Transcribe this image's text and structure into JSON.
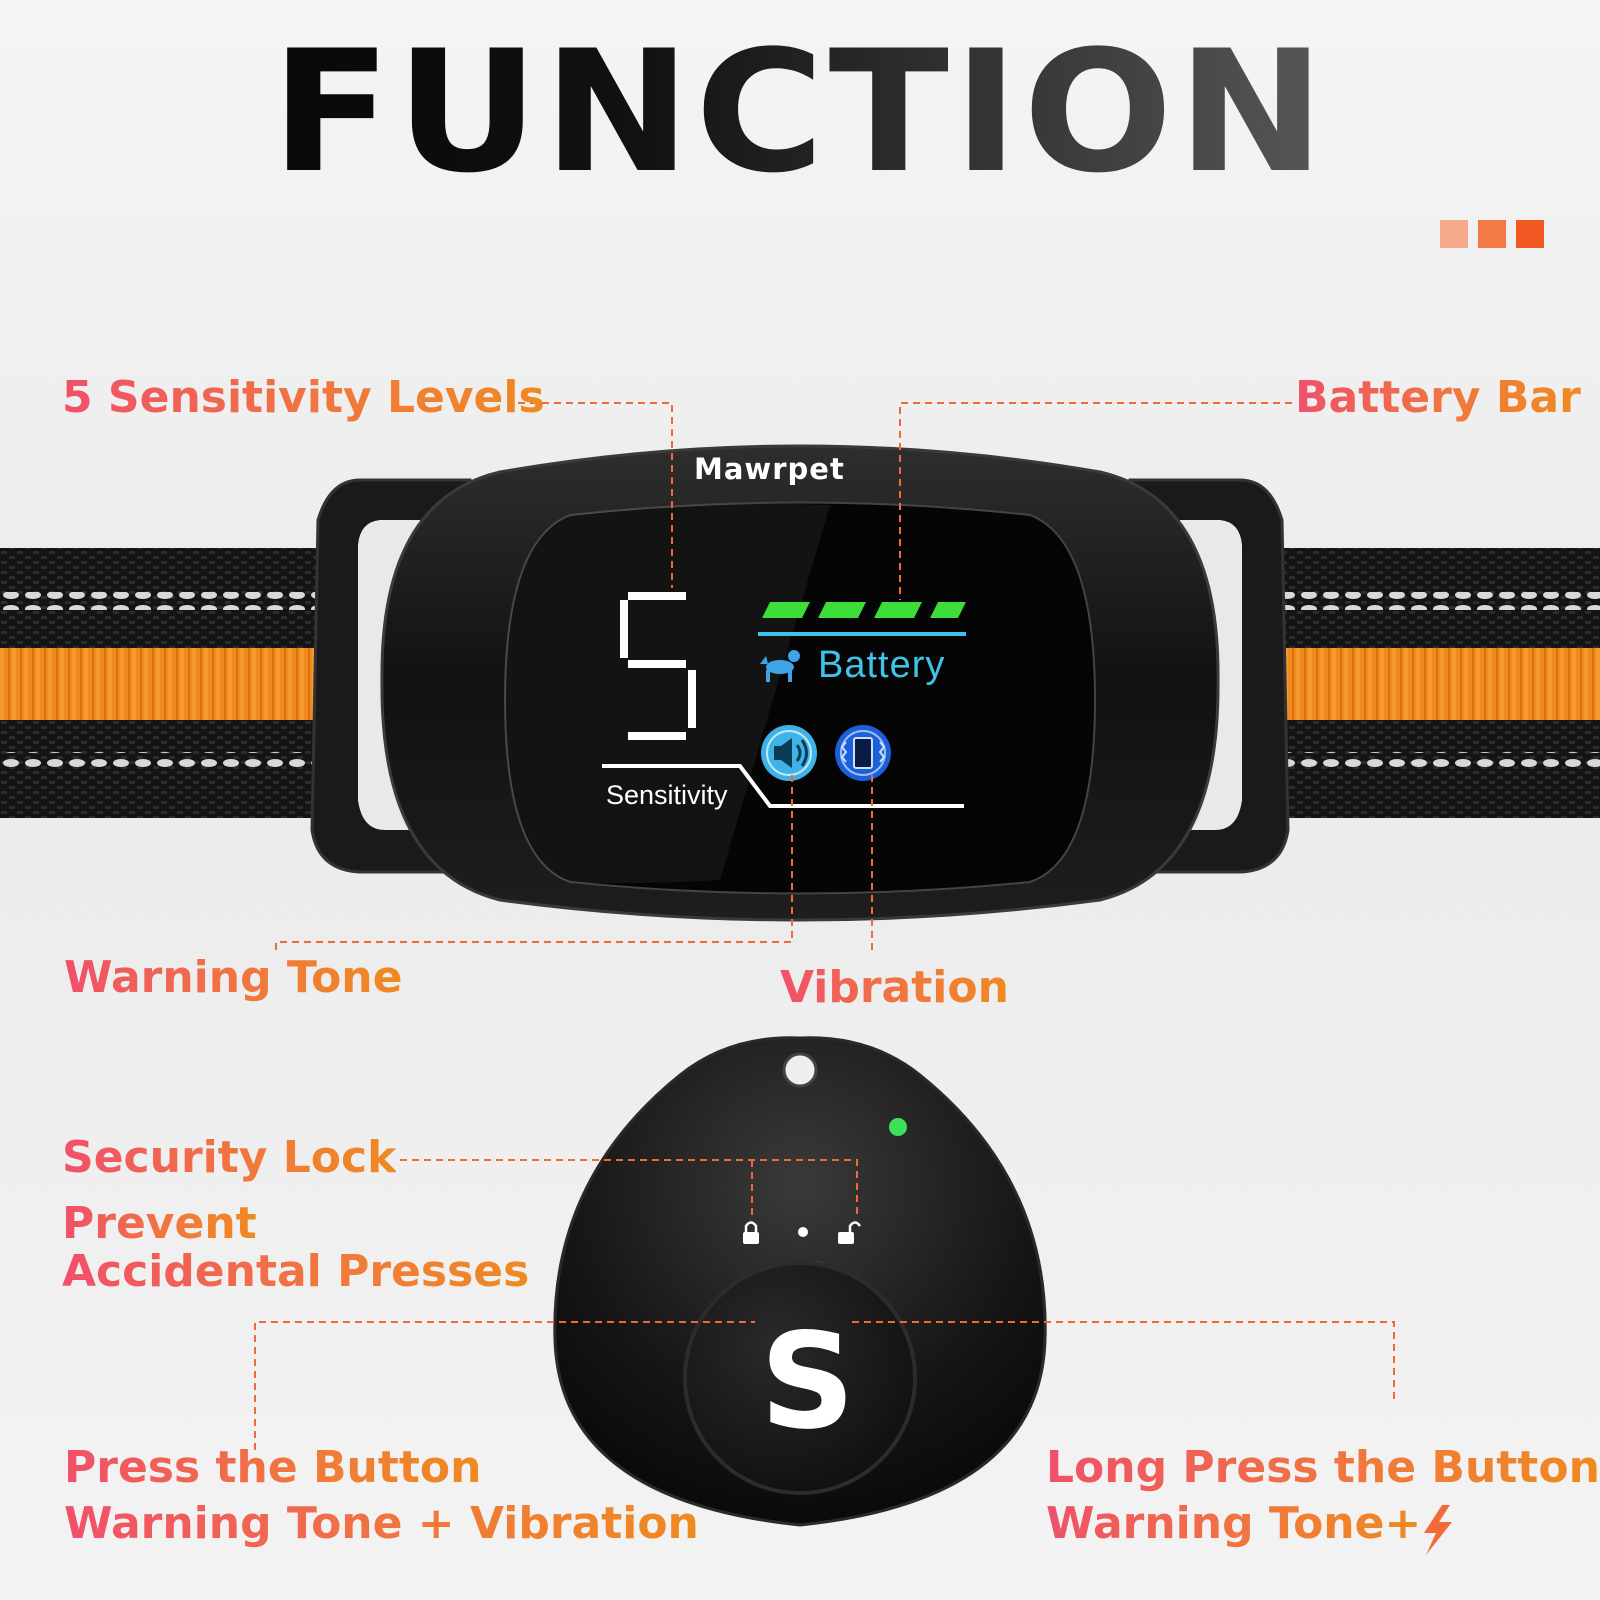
{
  "title": "FUNCTION",
  "accent_colors": [
    "#f6a98b",
    "#f47a45",
    "#f15a22"
  ],
  "brand": "Mawrpet",
  "labels": {
    "sensitivity_levels": "5 Sensitivity Levels",
    "battery_bar": "Battery Bar",
    "warning_tone": "Warning Tone",
    "vibration": "Vibration",
    "security_lock": "Security Lock",
    "prevent_line1": "Prevent",
    "prevent_line2": "Accidental Presses",
    "press_line1": "Press the Button",
    "press_line2": "Warning Tone + Vibration",
    "long_press_line1": "Long Press the Button",
    "long_press_line2": "Warning Tone+"
  },
  "screen": {
    "digit": "5",
    "digit_label": "Sensitivity",
    "battery_label": "Battery",
    "battery_segments": 4,
    "icons": [
      "speaker-icon",
      "vibration-icon",
      "dog-icon"
    ]
  },
  "remote": {
    "button_letter": "S",
    "led_color": "#3de05a",
    "icons": [
      "lock-closed-icon",
      "lock-open-icon",
      "lightning-icon"
    ]
  }
}
